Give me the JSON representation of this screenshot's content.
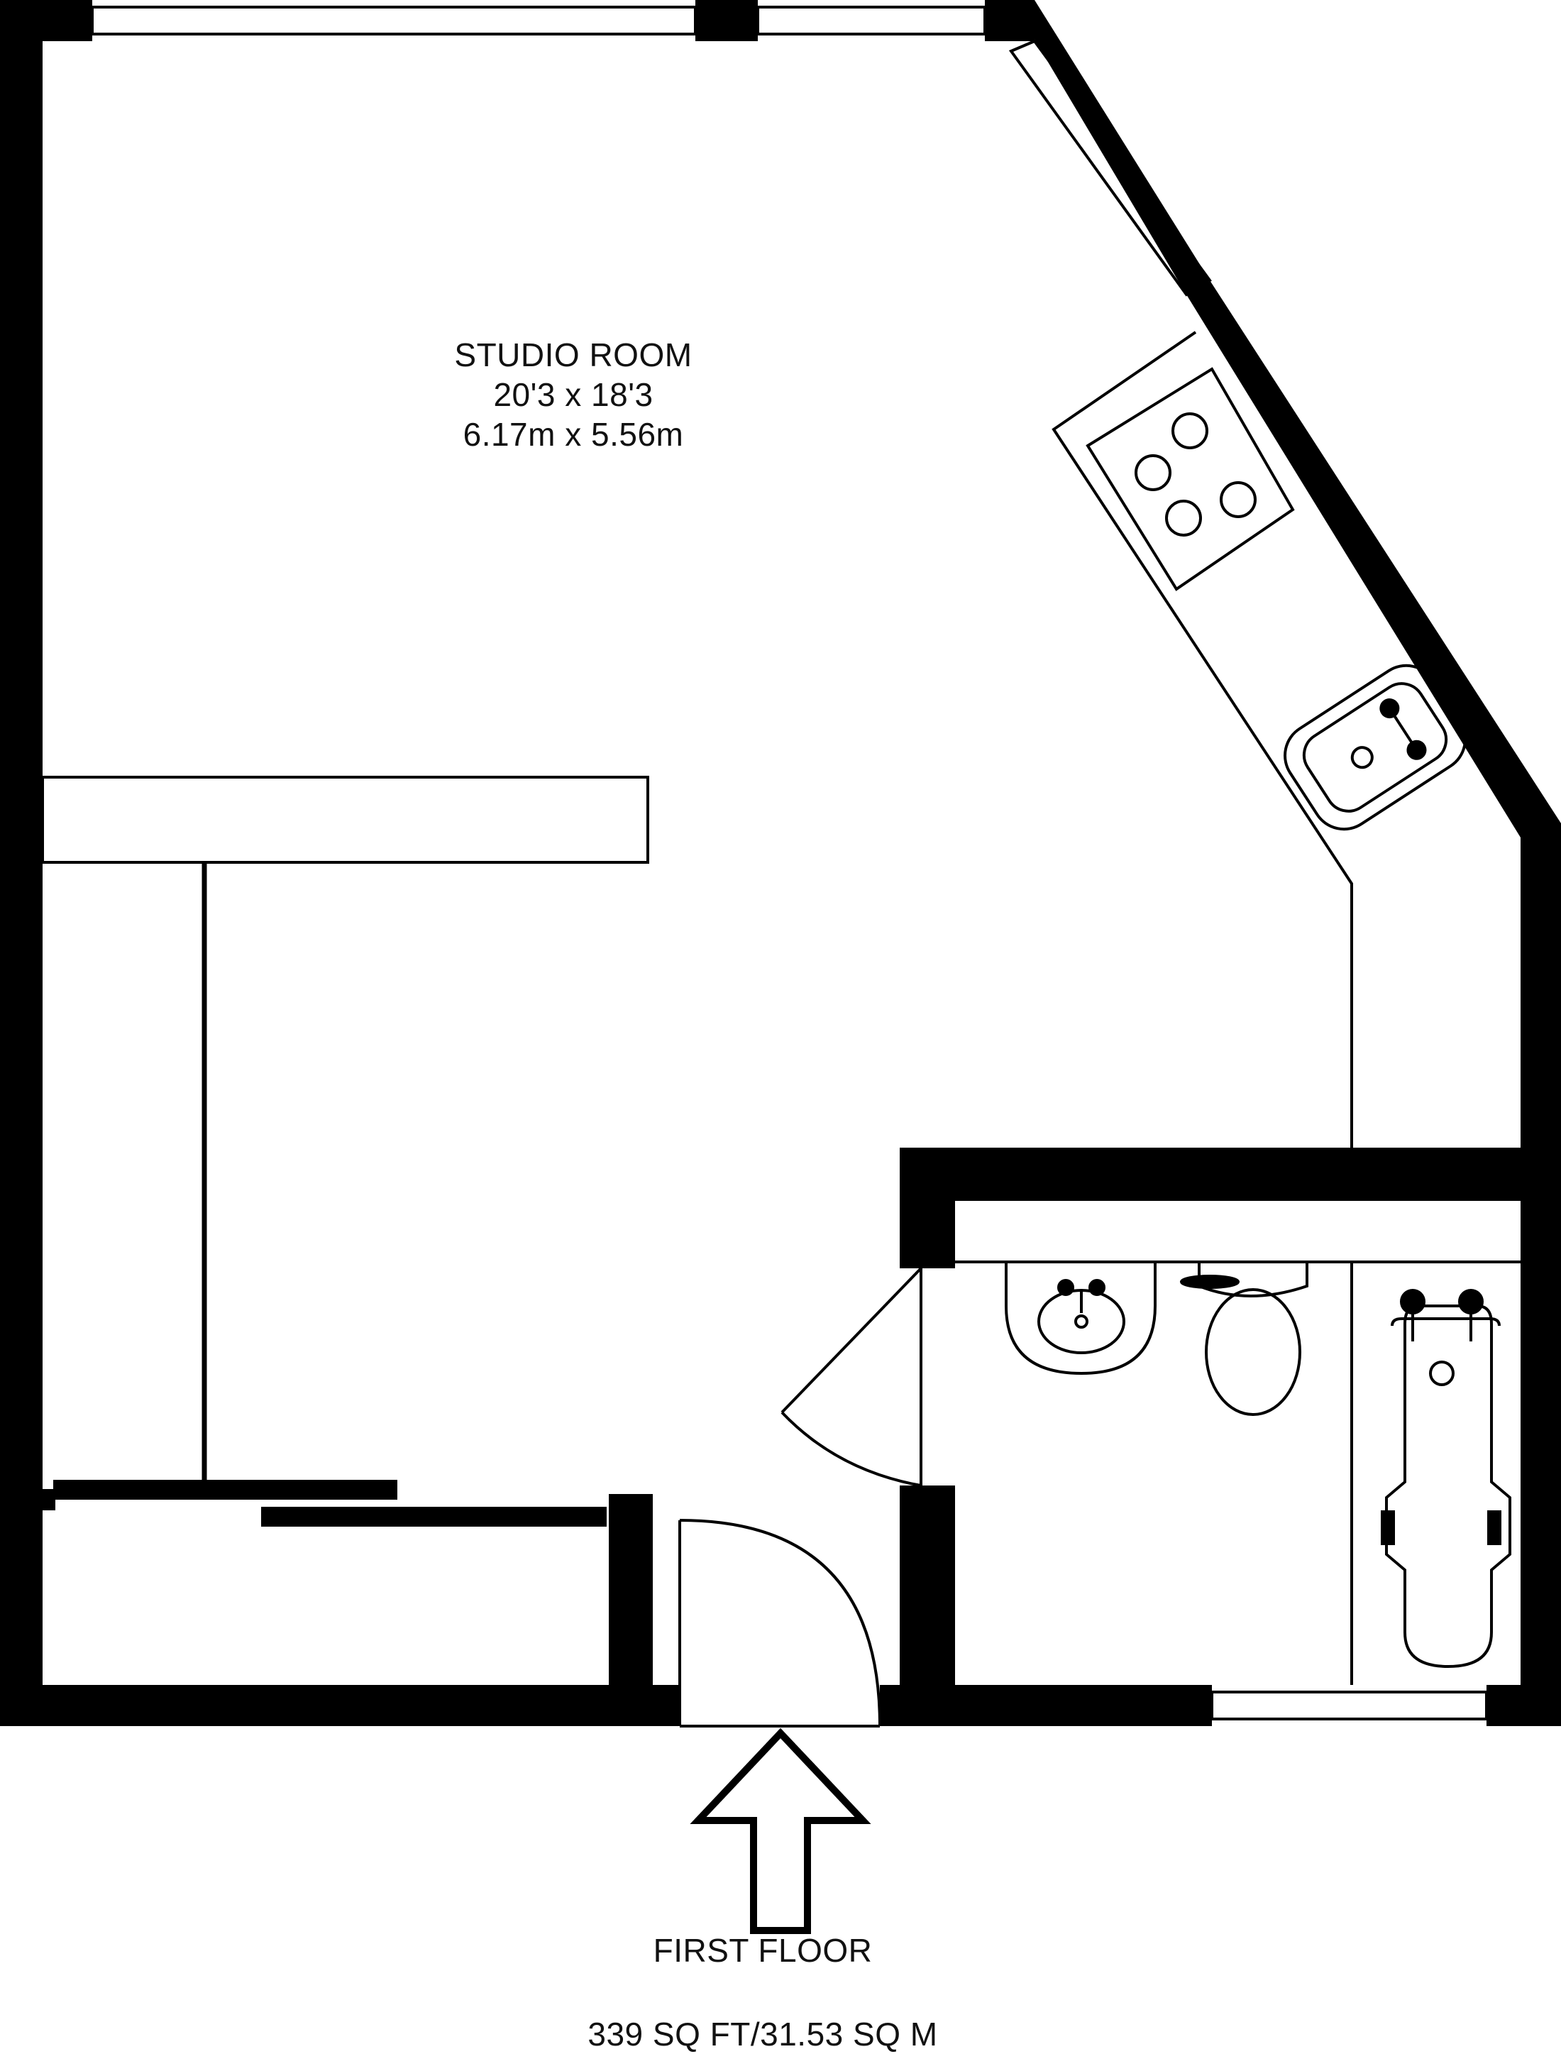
{
  "colors": {
    "wall": "#000000",
    "background": "#ffffff",
    "text": "#111111"
  },
  "rooms": [
    {
      "name": "STUDIO ROOM",
      "size_imperial": "20'3 x 18'3",
      "size_metric": "6.17m x 5.56m"
    }
  ],
  "floor": {
    "name": "FIRST FLOOR",
    "area": "339 SQ FT/31.53 SQ M"
  },
  "fixtures": [
    "hob",
    "kitchen-sink",
    "wash-basin",
    "toilet",
    "bathtub",
    "entrance-door",
    "bathroom-door",
    "wardrobe",
    "entrance-arrow"
  ]
}
